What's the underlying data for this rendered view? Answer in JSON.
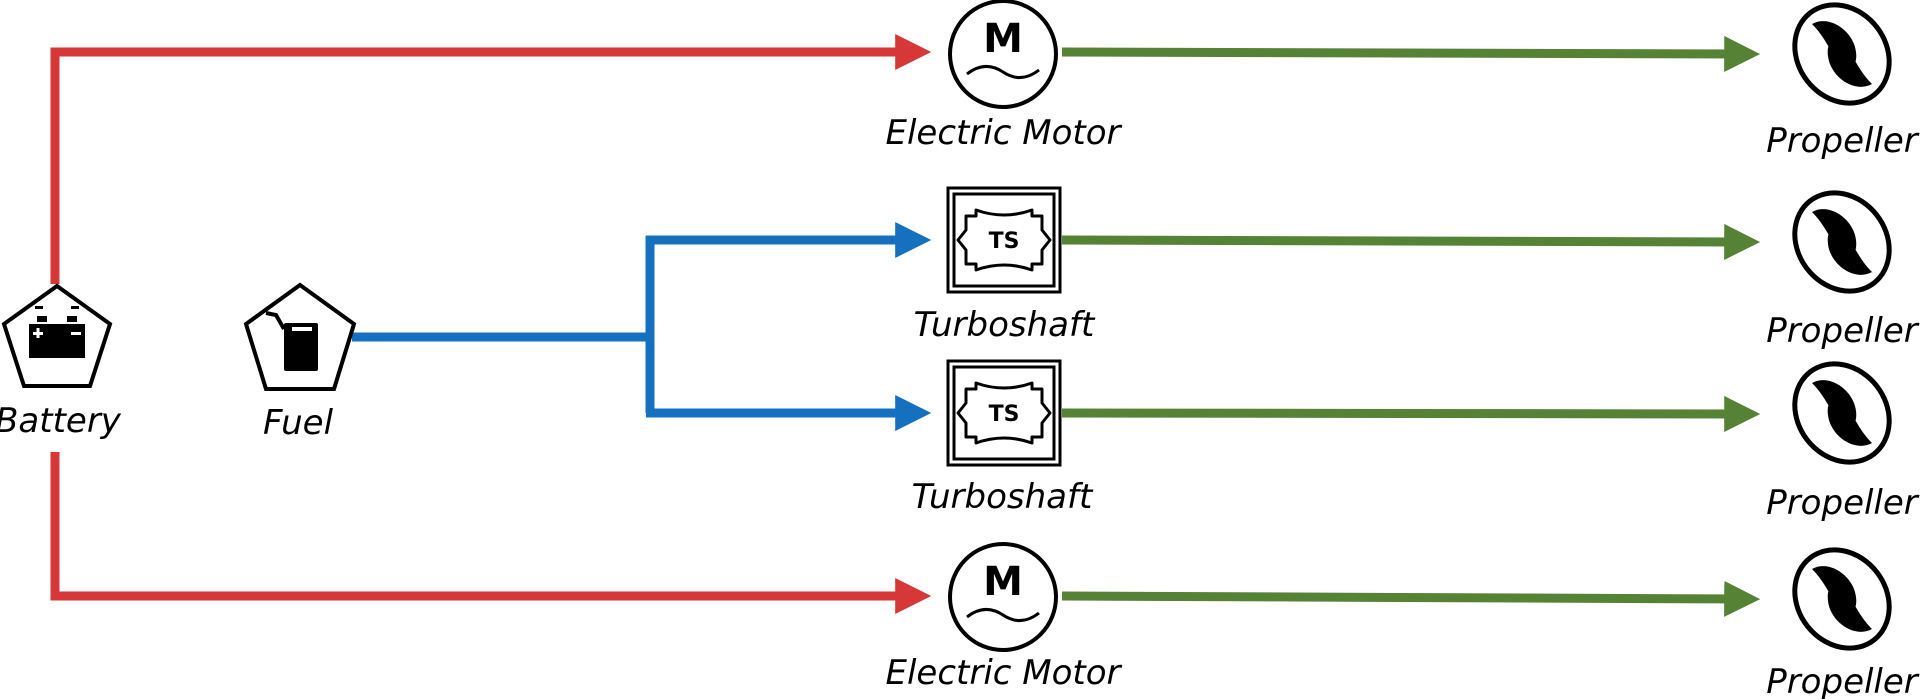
{
  "colors": {
    "electric": "#d63838",
    "fuel": "#1570c0",
    "mechanical": "#558235",
    "outline": "#000000"
  },
  "nodes": {
    "battery": {
      "label": "Battery",
      "icon": "battery-icon"
    },
    "fuel": {
      "label": "Fuel",
      "icon": "fuel-can-icon"
    },
    "motor_top": {
      "label": "Electric Motor",
      "icon": "electric-motor-icon",
      "symbol": "M"
    },
    "turboshaft_1": {
      "label": "Turboshaft",
      "icon": "turboshaft-icon",
      "symbol": "TS"
    },
    "turboshaft_2": {
      "label": "Turboshaft",
      "icon": "turboshaft-icon",
      "symbol": "TS"
    },
    "motor_bottom": {
      "label": "Electric Motor",
      "icon": "electric-motor-icon",
      "symbol": "M"
    },
    "propeller_1": {
      "label": "Propeller",
      "icon": "propeller-icon"
    },
    "propeller_2": {
      "label": "Propeller",
      "icon": "propeller-icon"
    },
    "propeller_3": {
      "label": "Propeller",
      "icon": "propeller-icon"
    },
    "propeller_4": {
      "label": "Propeller",
      "icon": "propeller-icon"
    }
  },
  "connections": [
    {
      "from": "battery",
      "to": "motor_top",
      "type": "electric"
    },
    {
      "from": "battery",
      "to": "motor_bottom",
      "type": "electric"
    },
    {
      "from": "fuel",
      "to": "turboshaft_1",
      "type": "fuel"
    },
    {
      "from": "fuel",
      "to": "turboshaft_2",
      "type": "fuel"
    },
    {
      "from": "motor_top",
      "to": "propeller_1",
      "type": "mechanical"
    },
    {
      "from": "turboshaft_1",
      "to": "propeller_2",
      "type": "mechanical"
    },
    {
      "from": "turboshaft_2",
      "to": "propeller_3",
      "type": "mechanical"
    },
    {
      "from": "motor_bottom",
      "to": "propeller_4",
      "type": "mechanical"
    }
  ]
}
